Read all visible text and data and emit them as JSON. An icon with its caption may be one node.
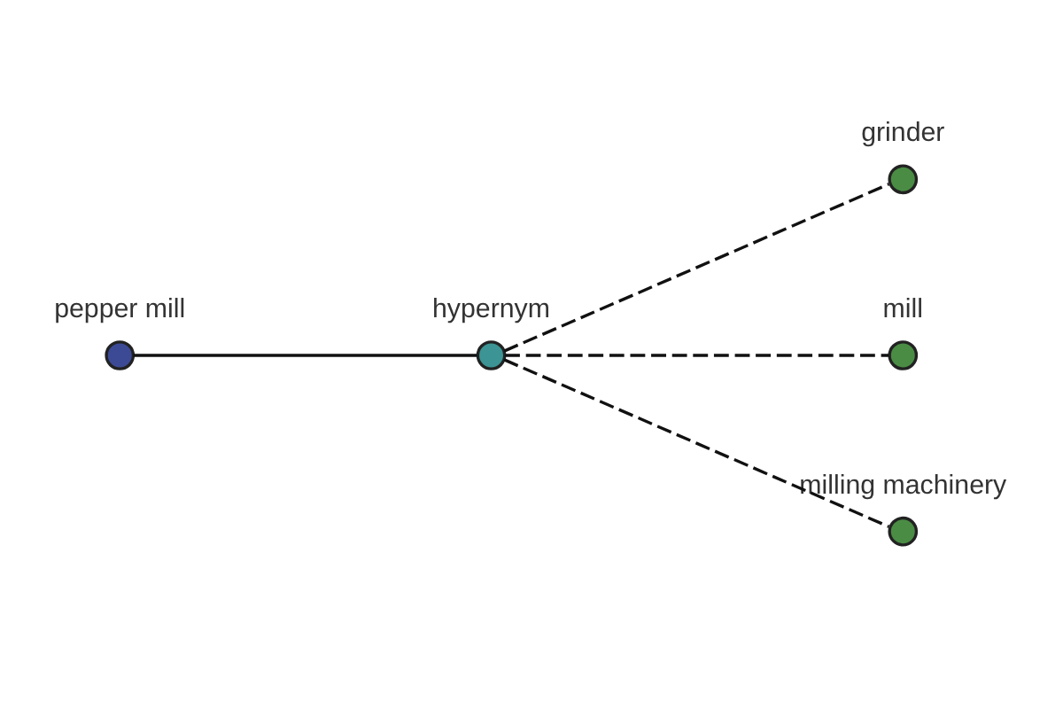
{
  "diagram": {
    "nodes": [
      {
        "text": [
          "pepper mill"
        ]
      },
      {
        "text": [
          "hypernym"
        ]
      },
      {
        "text": [
          "grinder"
        ]
      },
      {
        "text": [
          "mill"
        ]
      },
      {
        "text": [
          "milling machinery"
        ]
      }
    ],
    "edges": [
      {
        "from": 0,
        "to": 1,
        "arrow": "none"
      },
      {
        "from": 1,
        "to": 2,
        "arrow": "none",
        "style": "dashed"
      },
      {
        "from": 1,
        "to": 3,
        "arrow": "none",
        "style": "dashed"
      },
      {
        "from": 1,
        "to": 4,
        "arrow": "none",
        "style": "dashed"
      }
    ]
  }
}
